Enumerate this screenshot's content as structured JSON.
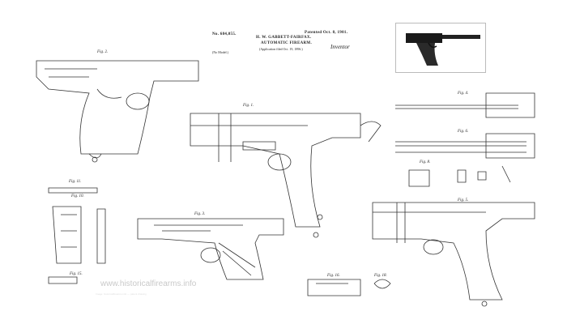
{
  "header": {
    "patent_no": "No. 684,055.",
    "inventor": "H. W. GABBETT-FAIRFAX.",
    "title": "AUTOMATIC FIREARM.",
    "application": "(Application filed Oct. 19, 1896.)",
    "model": "(No Model.)",
    "patented": "Patented Oct. 8, 1901.",
    "signature": "Inventor"
  },
  "figures": [
    "Fig. 1.",
    "Fig. 2.",
    "Fig. 3.",
    "Fig. 4.",
    "Fig. 5.",
    "Fig. 6.",
    "Fig. 8.",
    "Fig. 10.",
    "Fig. 11.",
    "Fig. 15.",
    "Fig. 16.",
    "Fig. 18."
  ],
  "watermark": {
    "site": "www.historicalfirearms.info",
    "credit": "Image: historicalfirearms.info — patent drawing"
  }
}
